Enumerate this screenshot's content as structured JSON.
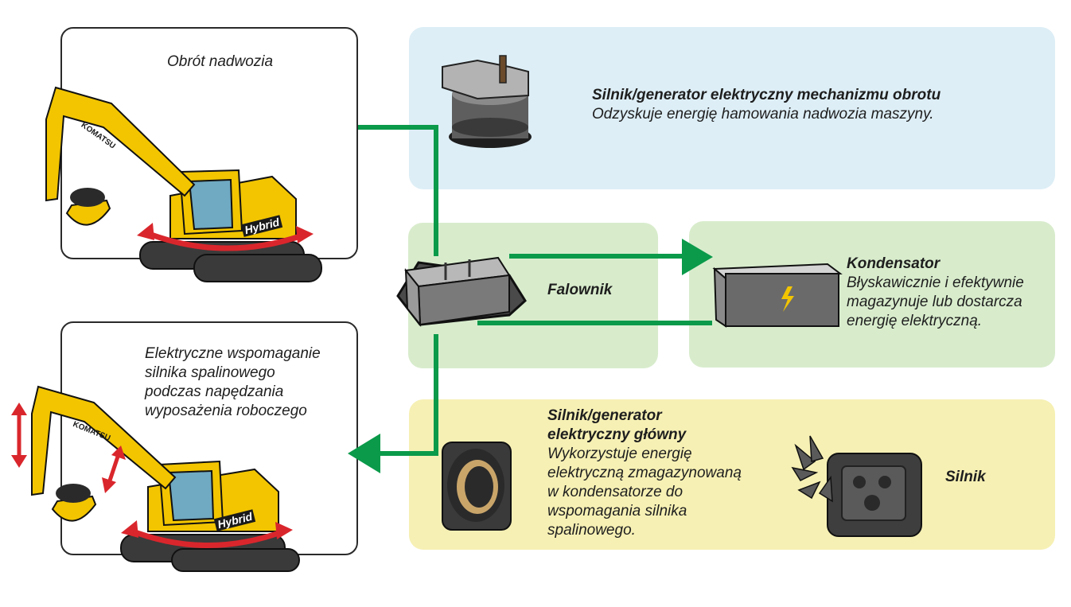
{
  "colors": {
    "blue_panel": "#ddeef6",
    "green_panel": "#d8eccc",
    "yellow_panel": "#f6f0b4",
    "arrow_green": "#0a9a4a",
    "arrow_red": "#d9262c",
    "excavator_yellow": "#f2c500"
  },
  "swing": {
    "card_label": "Obrót nadwozia"
  },
  "assist": {
    "card_label": "Elektryczne wspomaganie\nsilnika spalinowego\npodczas napędzania\nwyposażenia roboczego"
  },
  "swing_motor": {
    "title": "Silnik/generator elektryczny mechanizmu obrotu",
    "description": "Odzyskuje energię hamowania nadwozia maszyny."
  },
  "inverter": {
    "label": "Falownik"
  },
  "capacitor": {
    "title": "Kondensator",
    "description": "Błyskawicznie i efektywnie\nmagazynuje lub dostarcza\nenergię elektryczną."
  },
  "main_motor": {
    "title": "Silnik/generator\nelektryczny główny",
    "description": "Wykorzystuje energię\nelektryczną zmagazynowaną\nw kondensatorze do\nwspomagania silnika\nspalinowego."
  },
  "engine": {
    "label": "Silnik"
  },
  "excavator": {
    "brand": "KOMATSU",
    "badge": "Hybrid"
  },
  "icons": [
    "swing-motor-icon",
    "inverter-icon",
    "capacitor-icon",
    "main-motor-icon",
    "engine-icon",
    "excavator-icon"
  ]
}
